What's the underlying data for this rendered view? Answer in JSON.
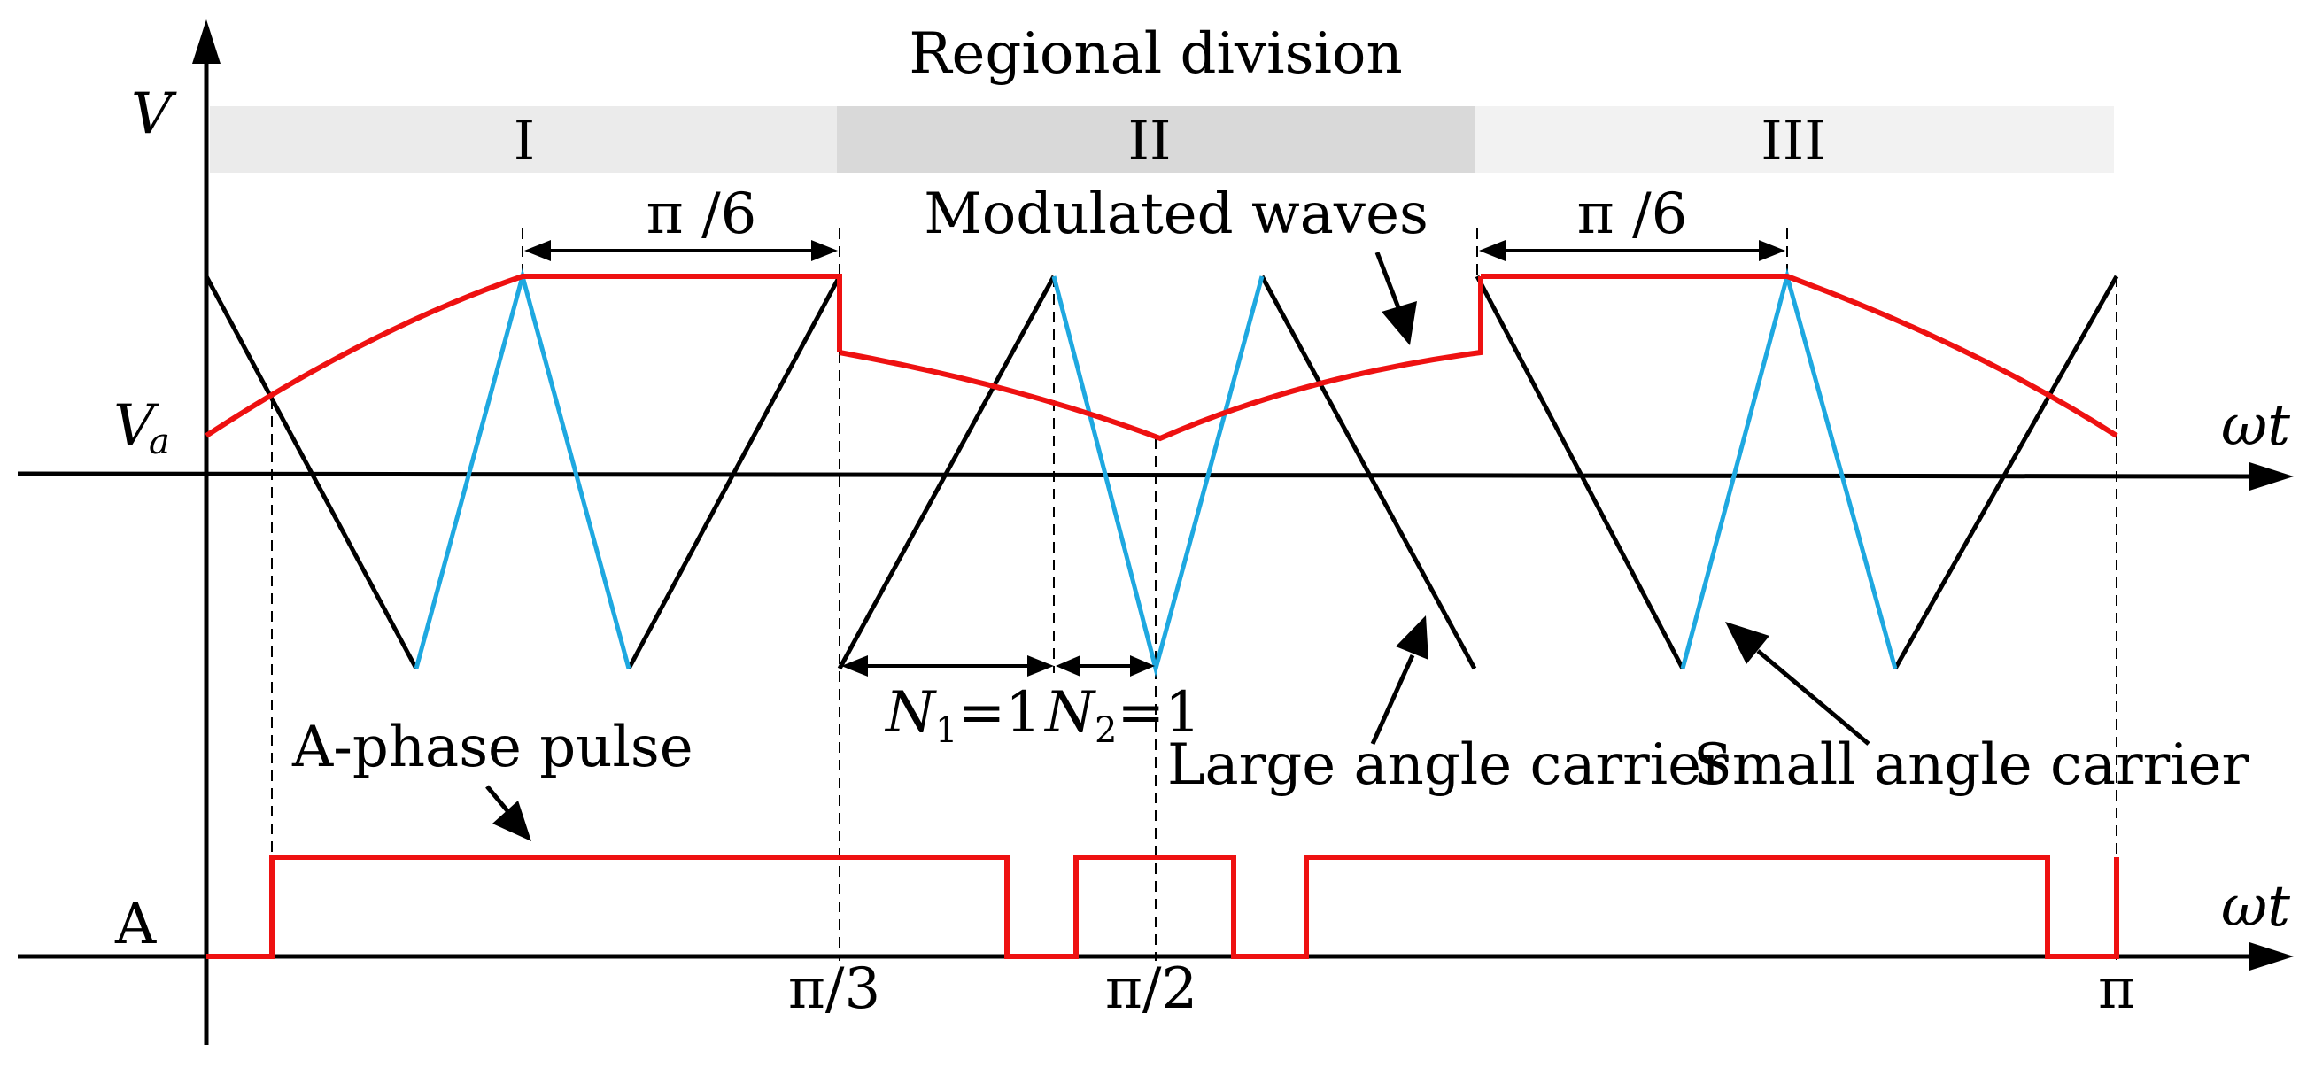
{
  "title": "Regional division",
  "regions": [
    {
      "label": "I",
      "fill": "#ebebeb"
    },
    {
      "label": "II",
      "fill": "#d9d9d9"
    },
    {
      "label": "III",
      "fill": "#f2f2f2"
    }
  ],
  "axes": {
    "y_label": "V",
    "va_label": "V",
    "va_sub": "a",
    "x_label": "ωt",
    "pulse_axis_label": "A",
    "pulse_x_label": "ωt"
  },
  "ticks": {
    "pi_3": "π/3",
    "pi_2": "π/2",
    "pi": "π"
  },
  "dimensions": {
    "left_flat": "π /6",
    "right_flat": "π /6",
    "n1_var": "N",
    "n1_sub": "1",
    "n1_eq": "=1",
    "n2_var": "N",
    "n2_sub": "2",
    "n2_eq": "=1"
  },
  "annotations": {
    "modulated_waves": "Modulated waves",
    "large_angle_carrier": "Large angle carrier",
    "small_angle_carrier": "Small angle carrier",
    "a_phase_pulse": "A-phase pulse"
  },
  "colors": {
    "modulated_wave": "#ee1111",
    "pulse": "#ee1111",
    "large_carrier": "#000000",
    "small_carrier": "#1ea8e0"
  }
}
